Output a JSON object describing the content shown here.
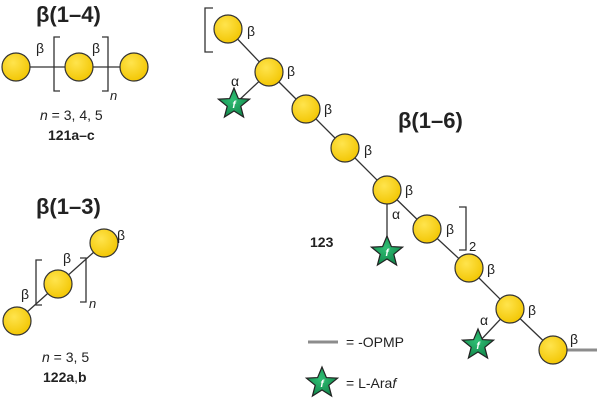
{
  "sections": {
    "b14": {
      "title": "β(1–4)",
      "n_prefix": "n",
      "n_values": " = 3, 4, 5",
      "compound": "121a–c"
    },
    "b13": {
      "title": "β(1–3)",
      "n_prefix": "n",
      "n_values": " = 3, 5",
      "compound_a": "122a",
      "compound_sep": ",",
      "compound_b": "b"
    },
    "b16": {
      "title": "β(1–6)",
      "compound": "123"
    }
  },
  "linkage": {
    "beta": "β",
    "alpha": "α",
    "n": "n",
    "repeat": "2"
  },
  "star_letter": "f",
  "legend": {
    "line_label": "= -OPMP",
    "star_label": "= L-Ara",
    "star_label_italic": "f"
  },
  "colors": {
    "galactose_fill": "#ffd400",
    "galactose_stroke": "#333333",
    "arabinose_fill": "#1a9e5c",
    "opmp_line": "#8c8c8c"
  },
  "icons": [
    "galactose-circle-icon",
    "arabinofuranose-star-icon",
    "opmp-line-icon"
  ]
}
